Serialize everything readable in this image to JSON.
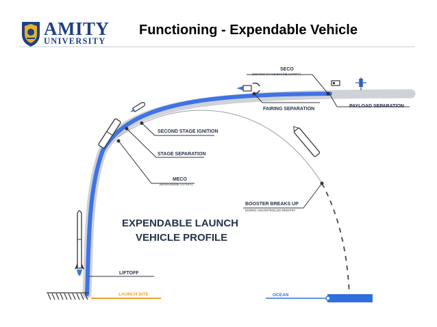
{
  "header": {
    "logo_line1": "AMITY",
    "logo_line2": "UNIVERSITY",
    "title": "Functioning - Expendable Vehicle"
  },
  "diagram": {
    "heading_line1": "EXPENDABLE LAUNCH",
    "heading_line2": "VEHICLE PROFILE",
    "labels": {
      "seco": "SECO",
      "seco_sub": "(SECOND STAGE ENGINE CUTOFF)",
      "fairing_separation": "FAIRING SEPARATION",
      "payload_separation": "PAYLOAD SEPARATION",
      "second_stage_ignition": "SECOND STAGE IGNITION",
      "stage_separation": "STAGE SEPARATION",
      "meco": "MECO",
      "meco_sub": "(MAIN ENGINE CUTOFF)",
      "booster_breaks_up": "BOOSTER BREAKS UP",
      "booster_sub": "DURING UNCONTROLLED REENTRY",
      "liftoff": "LIFTOFF",
      "launch_site": "LAUNCH SITE",
      "ocean": "OCEAN"
    },
    "colors": {
      "trajectory": "#3f73e6",
      "trajectory_halo": "#cfd2d6",
      "label_text": "#25324a",
      "launch_site": "#f0a12b",
      "ocean": "#2f6fe0",
      "logo": "#1f3f86",
      "emblem_gold": "#e1b325"
    }
  }
}
